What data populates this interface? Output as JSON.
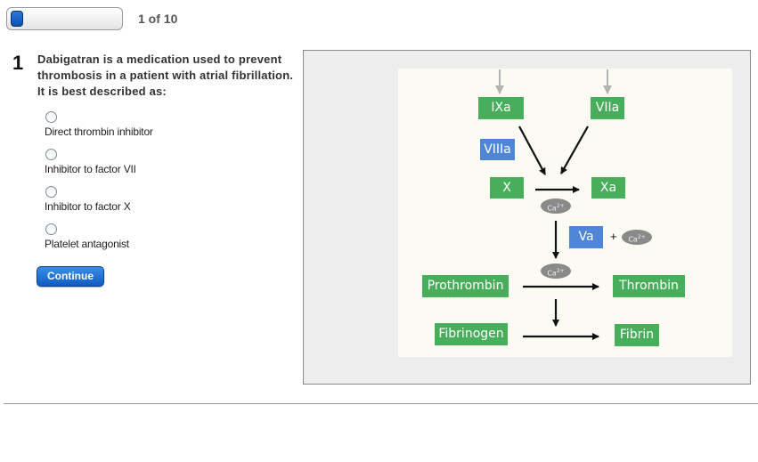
{
  "progress": {
    "current": 1,
    "total": 10,
    "label": "1 of 10",
    "fraction": 0.1
  },
  "question": {
    "number": "1",
    "text": "Dabigatran is a medication used to prevent thrombosis in a patient with atrial fibrillation. It is best described as:",
    "options": [
      {
        "label": "Direct thrombin inhibitor"
      },
      {
        "label": "Inhibitor to factor VII"
      },
      {
        "label": "Inhibitor to factor X"
      },
      {
        "label": "Platelet antagonist"
      }
    ],
    "continue_label": "Continue"
  },
  "diagram": {
    "nodes": {
      "ixa": "IXa",
      "viia": "VIIa",
      "viiia": "VIIIa",
      "x": "X",
      "xa": "Xa",
      "va": "Va",
      "prothrombin": "Prothrombin",
      "thrombin": "Thrombin",
      "fibrinogen": "Fibrinogen",
      "fibrin": "Fibrin"
    },
    "calcium": {
      "symbol": "Ca",
      "charge": "2+"
    },
    "plus": "+",
    "colors": {
      "factor": "#49ae5c",
      "cofactor": "#4f86d8",
      "calcium": "#8a8a8a"
    }
  }
}
